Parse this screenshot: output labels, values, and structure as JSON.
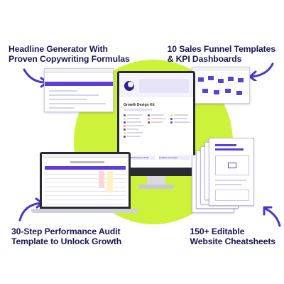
{
  "callouts": {
    "top_left": {
      "line1": "Headline Generator With",
      "line2": "Proven Copywriting Formulas"
    },
    "top_right": {
      "line1": "10 Sales Funnel Templates",
      "line2": "& KPI Dashboards"
    },
    "bottom_left": {
      "line1": "30-Step Performance Audit",
      "line2": "Template to Unlock Growth"
    },
    "bottom_right": {
      "line1": "150+ Editable",
      "line2": "Website Cheatsheets"
    }
  },
  "monitor": {
    "title": "Growth Design Kit",
    "tag1": "Growth Performance Audit",
    "tag2": "Headline Generator"
  },
  "colors": {
    "accent": "#ccf23a",
    "brand": "#5b3fd6",
    "text": "#1a1450"
  }
}
